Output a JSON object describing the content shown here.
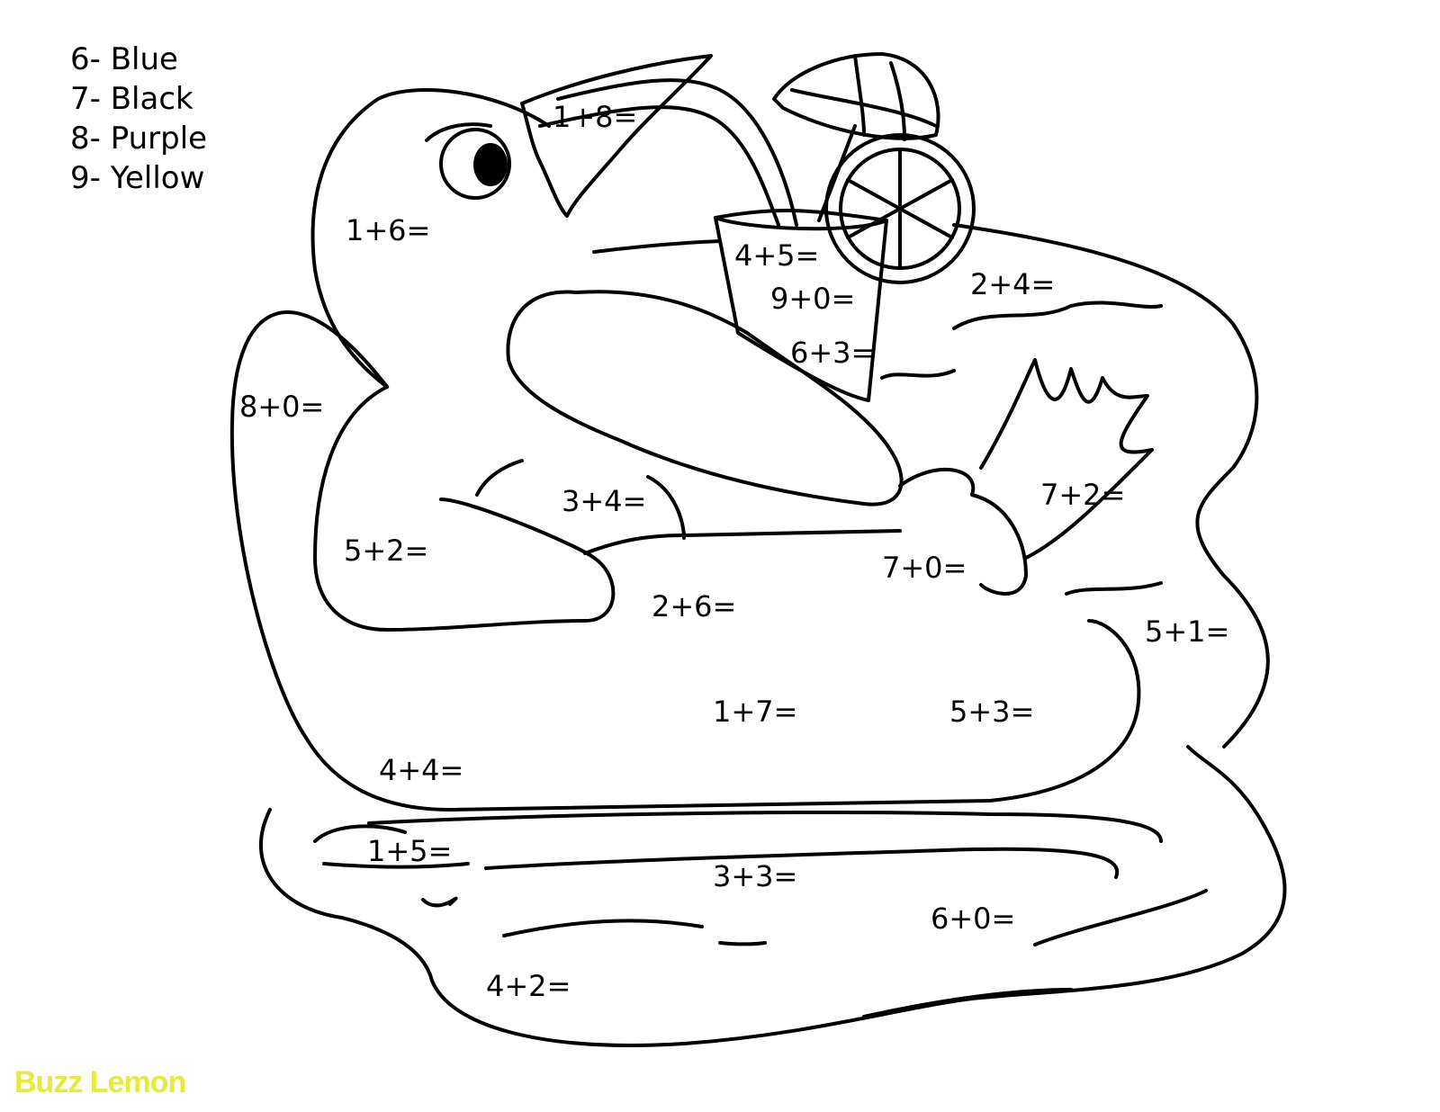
{
  "legend": [
    {
      "text": "6- Blue"
    },
    {
      "text": "7- Black"
    },
    {
      "text": "8- Purple"
    },
    {
      "text": "9- Yellow"
    }
  ],
  "problems": [
    {
      "text": "1+8="
    },
    {
      "text": "1+6="
    },
    {
      "text": "4+5="
    },
    {
      "text": "9+0="
    },
    {
      "text": "6+3="
    },
    {
      "text": "2+4="
    },
    {
      "text": "8+0="
    },
    {
      "text": "3+4="
    },
    {
      "text": "7+2="
    },
    {
      "text": "5+2="
    },
    {
      "text": "7+0="
    },
    {
      "text": "2+6="
    },
    {
      "text": "5+1="
    },
    {
      "text": "1+7="
    },
    {
      "text": "5+3="
    },
    {
      "text": "4+4="
    },
    {
      "text": "1+5="
    },
    {
      "text": "3+3="
    },
    {
      "text": "6+0="
    },
    {
      "text": "4+2="
    }
  ],
  "watermark": {
    "text": "Buzz Lemon",
    "color": "#e6ea3a"
  }
}
